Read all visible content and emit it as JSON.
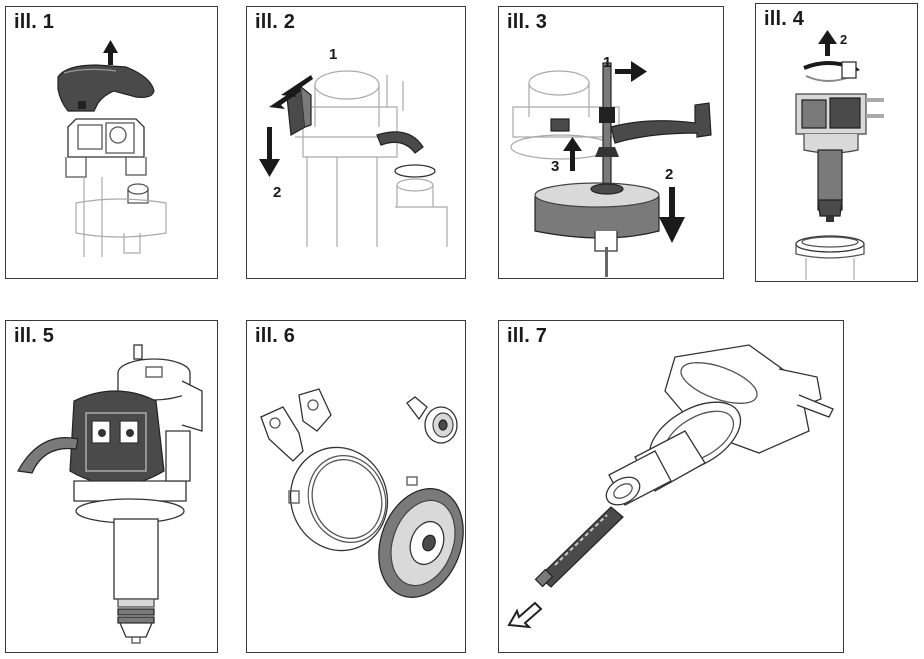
{
  "panels": [
    {
      "label": "ill. 1"
    },
    {
      "label": "ill. 2",
      "callouts": [
        "1",
        "2"
      ]
    },
    {
      "label": "ill. 3",
      "callouts": [
        "1",
        "2",
        "3"
      ]
    },
    {
      "label": "ill. 4",
      "callouts": [
        "2"
      ]
    },
    {
      "label": "ill. 5"
    },
    {
      "label": "ill. 6"
    },
    {
      "label": "ill. 7"
    }
  ]
}
